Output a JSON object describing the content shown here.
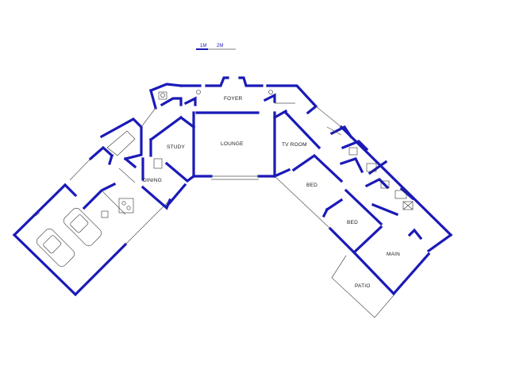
{
  "scale_bar": {
    "label_1": "1M",
    "label_2": "2M"
  },
  "rooms": {
    "foyer": "FOYER",
    "study": "STUDY",
    "lounge": "LOUNGE",
    "tv_room": "TV ROOM",
    "dining": "DINING",
    "bed_1": "BED",
    "bed_2": "BED",
    "main": "MAIN",
    "patio": "PATIO"
  },
  "colors": {
    "wall": "#1a1ab8",
    "line": "#555555",
    "background": "#ffffff"
  }
}
